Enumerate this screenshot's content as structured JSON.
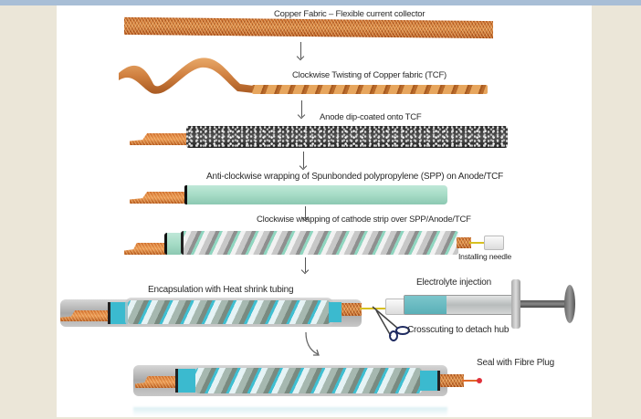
{
  "diagram": {
    "type": "process-flow",
    "steps": [
      {
        "id": 1,
        "label": "Copper Fabric – Flexible current collector"
      },
      {
        "id": 2,
        "label": "Clockwise Twisting of Copper fabric (TCF)"
      },
      {
        "id": 3,
        "label": "Anode dip-coated onto TCF"
      },
      {
        "id": 4,
        "label": "Anti-clockwise wrapping of Spunbonded polypropylene (SPP) on Anode/TCF"
      },
      {
        "id": 5,
        "label": "Clockwise wrapping of cathode strip over SPP/Anode/TCF",
        "annotation": "Installing needle"
      },
      {
        "id": 6,
        "label": "Encapsulation with Heat shrink tubing",
        "annotations": [
          "Electrolyte injection",
          "Crosscuting to detach hub"
        ]
      },
      {
        "id": 7,
        "label": "Seal with Fibre Plug"
      }
    ],
    "colors": {
      "copper": "#d4823a",
      "anode": "#333333",
      "spp": "#a6dcc6",
      "cathode_separator": "#3fbfd2",
      "tubing": "#b8b8b8",
      "plug": "#e0303a",
      "frame_bar": "#a8bed6",
      "side_panel": "#ebe6d8"
    }
  }
}
